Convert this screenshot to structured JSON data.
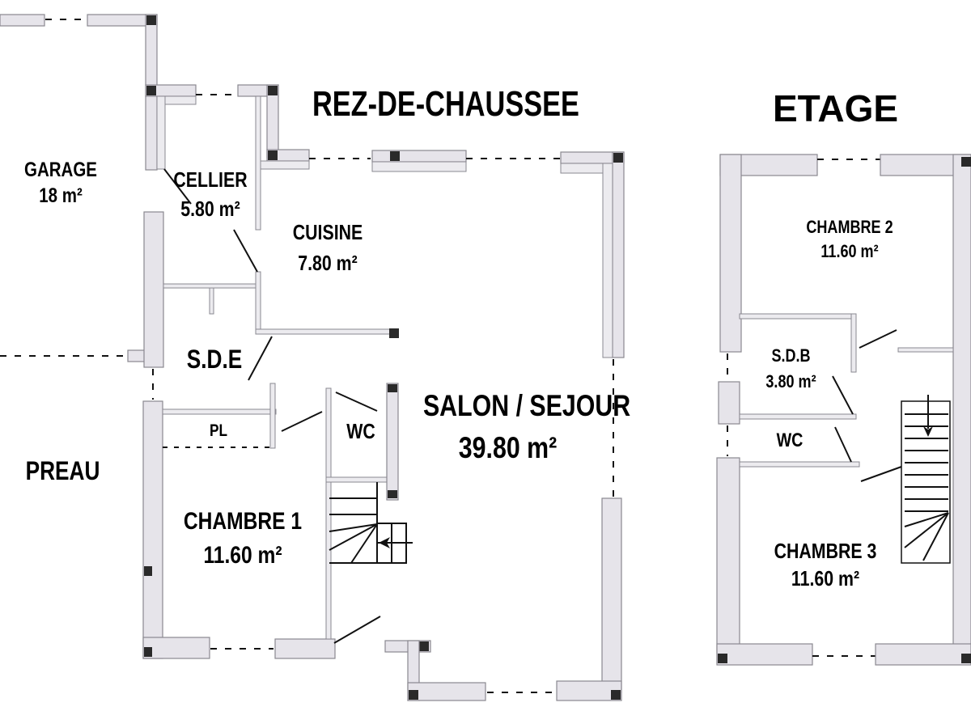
{
  "titles": {
    "ground_floor": "REZ-DE-CHAUSSEE",
    "upper_floor": "ETAGE"
  },
  "ground_floor": {
    "rooms": {
      "garage": {
        "name": "GARAGE",
        "area": "18 m²"
      },
      "cellier": {
        "name": "CELLIER",
        "area": "5.80 m²"
      },
      "cuisine": {
        "name": "CUISINE",
        "area": "7.80 m²"
      },
      "sde": {
        "name": "S.D.E"
      },
      "pl": {
        "name": "PL"
      },
      "wc": {
        "name": "WC"
      },
      "salon": {
        "name": "SALON / SEJOUR",
        "area": "39.80 m²"
      },
      "preau": {
        "name": "PREAU"
      },
      "chambre1": {
        "name": "CHAMBRE 1",
        "area": "11.60 m²"
      }
    }
  },
  "upper_floor": {
    "rooms": {
      "chambre2": {
        "name": "CHAMBRE 2",
        "area": "11.60 m²"
      },
      "sdb": {
        "name": "S.D.B",
        "area": "3.80 m²"
      },
      "wc": {
        "name": "WC"
      },
      "chambre3": {
        "name": "CHAMBRE 3",
        "area": "11.60 m²"
      }
    }
  },
  "colors": {
    "wall_fill": "#e6e4ea",
    "wall_stroke": "#8a8890",
    "post": "#2a2a2a",
    "text": "#000000"
  }
}
